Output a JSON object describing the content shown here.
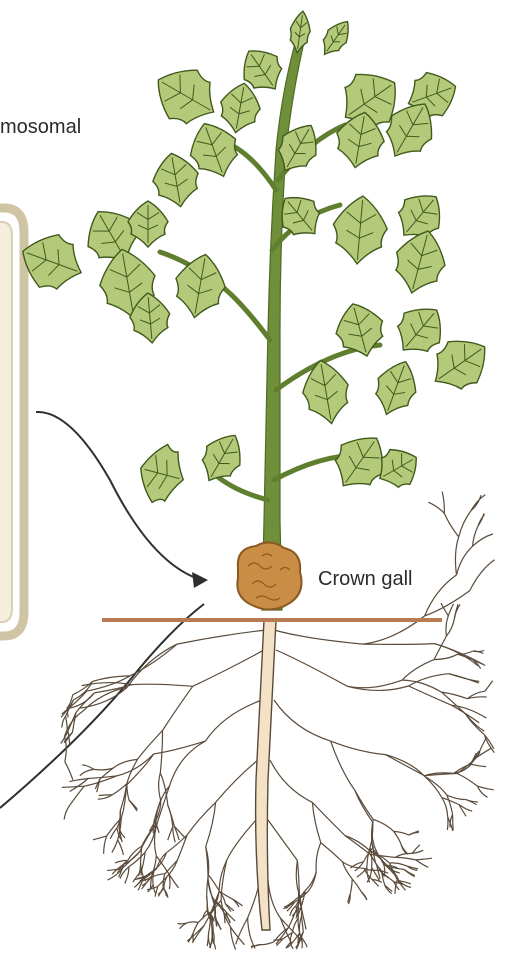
{
  "labels": {
    "partial_word": "mosomal",
    "crown_gall": "Crown gall"
  },
  "colors": {
    "stem": "#6f8f3a",
    "stem_dark": "#4f6c24",
    "leaf": "#b5c97a",
    "leaf_vein": "#3f5a1c",
    "gall": "#c98d45",
    "gall_dark": "#8a5a22",
    "soil_line": "#b87b52",
    "root": "#f3e2c6",
    "root_line": "#5a4a3a",
    "panel_border": "#cfc4a3",
    "panel_fill": "#f6eedc",
    "arrow": "#2f2f2f"
  },
  "icons": [
    "tomato-plant",
    "crown-gall-tumor",
    "soil-surface",
    "root-system",
    "pointer-arrow"
  ]
}
